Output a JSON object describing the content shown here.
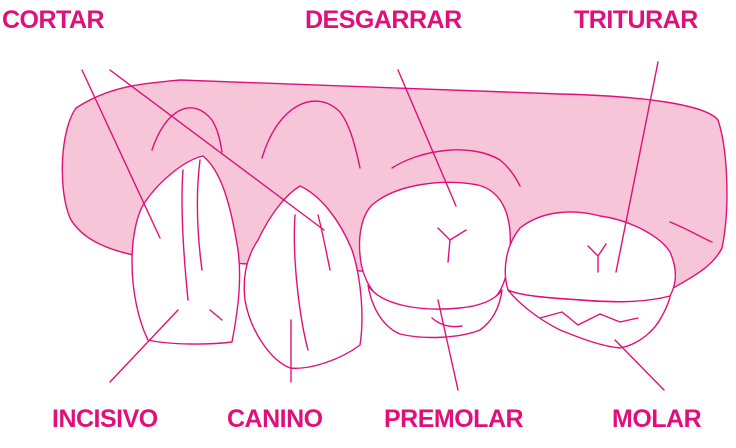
{
  "labels": {
    "cortar": "CORTAR",
    "desgarrar": "DESGARRAR",
    "triturar": "TRITURAR",
    "incisivo": "INCISIVO",
    "canino": "CANINO",
    "premolar": "PREMOLAR",
    "molar": "MOLAR"
  },
  "colors": {
    "accent": "#e0107a",
    "gum_fill": "#f6c6d8",
    "tooth_fill": "#ffffff"
  }
}
